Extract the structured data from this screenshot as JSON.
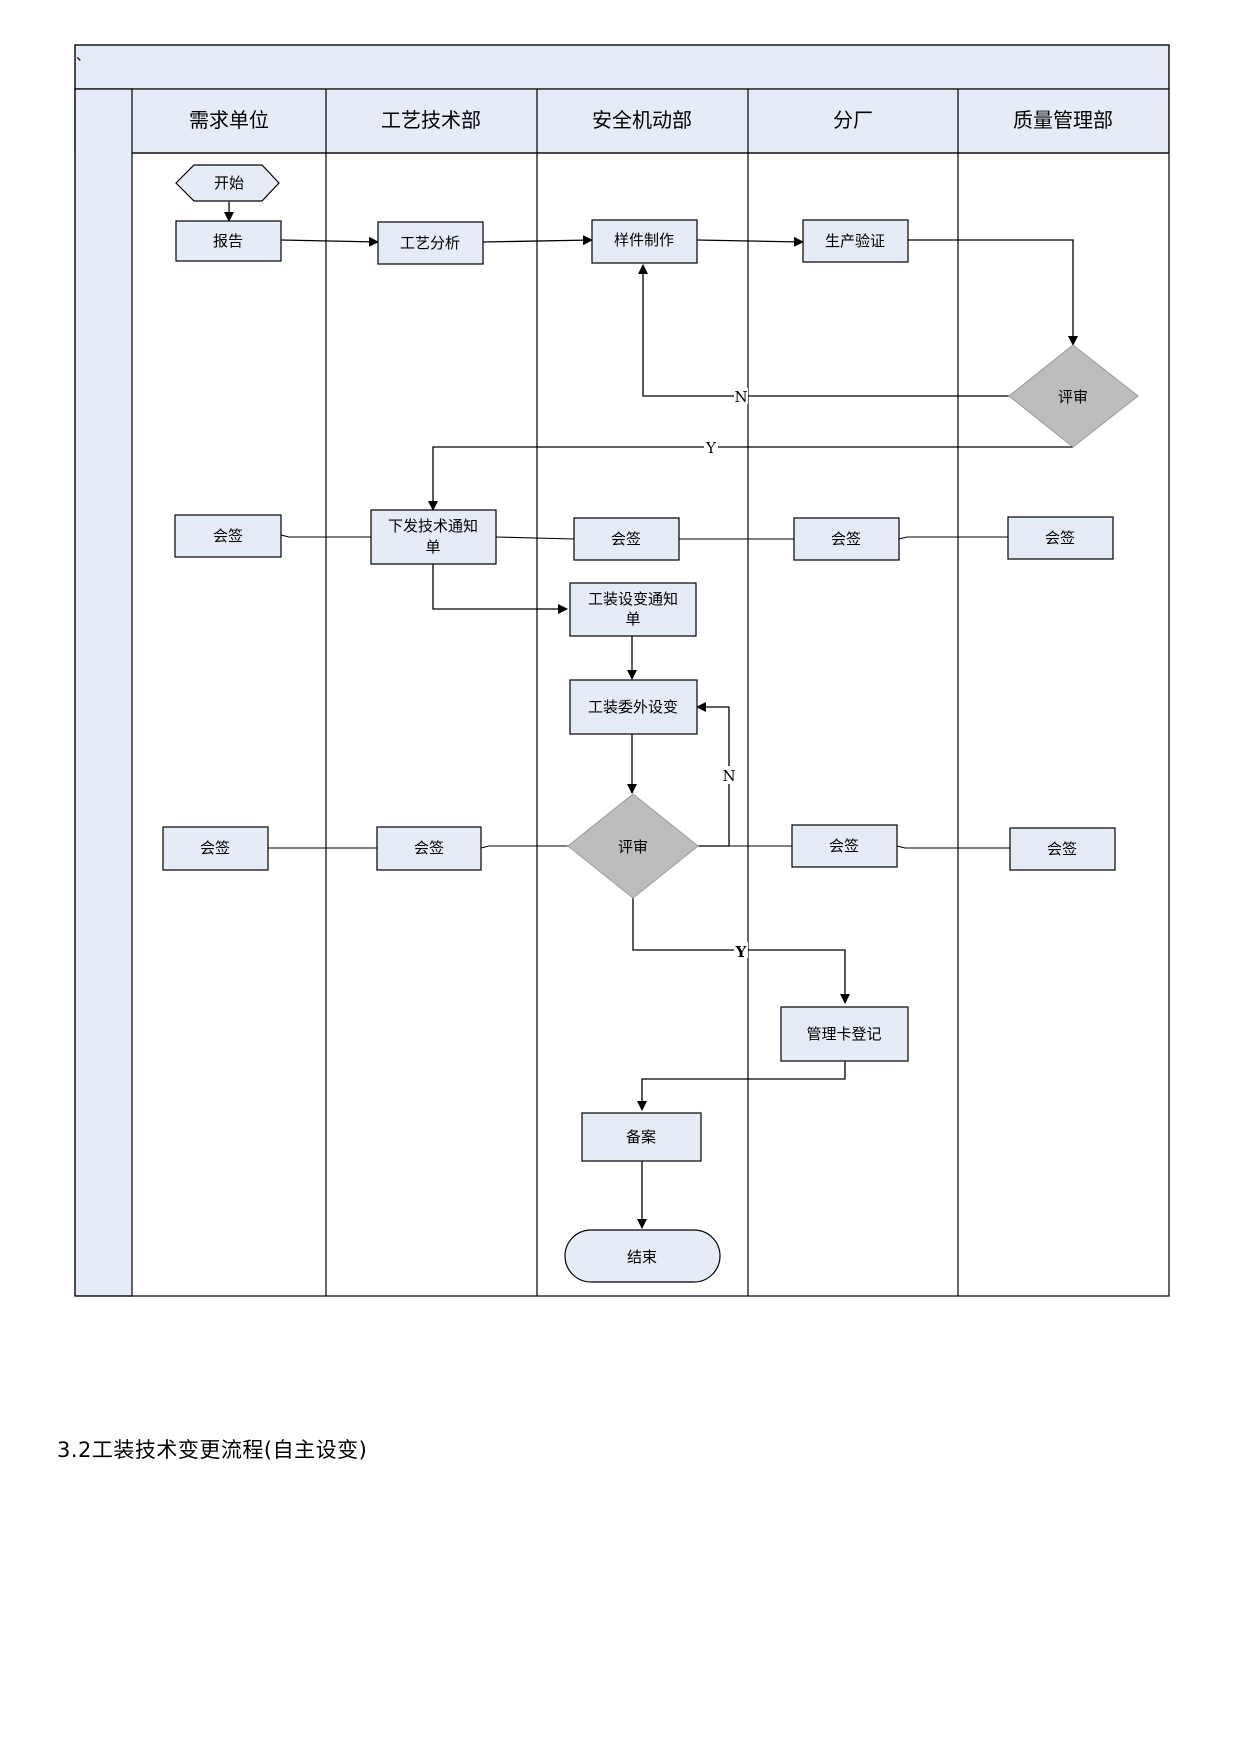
{
  "diagram": {
    "title_mark": "、",
    "lanes": [
      "需求单位",
      "工艺技术部",
      "安全机动部",
      "分厂",
      "质量管理部"
    ],
    "nodes": {
      "start": "开始",
      "report": "报告",
      "process_analysis": "工艺分析",
      "sample_making": "样件制作",
      "production_verify": "生产验证",
      "review1": "评审",
      "issue_notice_line1": "下发技术通知",
      "issue_notice_line2": "单",
      "tooling_notice_line1": "工装设变通知",
      "tooling_notice_line2": "单",
      "outsourced_change": "工装委外设变",
      "review2": "评审",
      "management_card": "管理卡登记",
      "archive": "备案",
      "end": "结束",
      "countersign": "会签"
    },
    "edge_labels": {
      "review1_no": "N",
      "review1_yes": "Y",
      "review2_no": "N",
      "review2_yes": "Y"
    },
    "colors": {
      "box_fill": "#e6ecf7",
      "diamond_fill": "#bdbdbd",
      "header_fill": "#e6ecf7",
      "line": "#000000"
    }
  },
  "caption": "3.2工装技术变更流程(自主设变)"
}
